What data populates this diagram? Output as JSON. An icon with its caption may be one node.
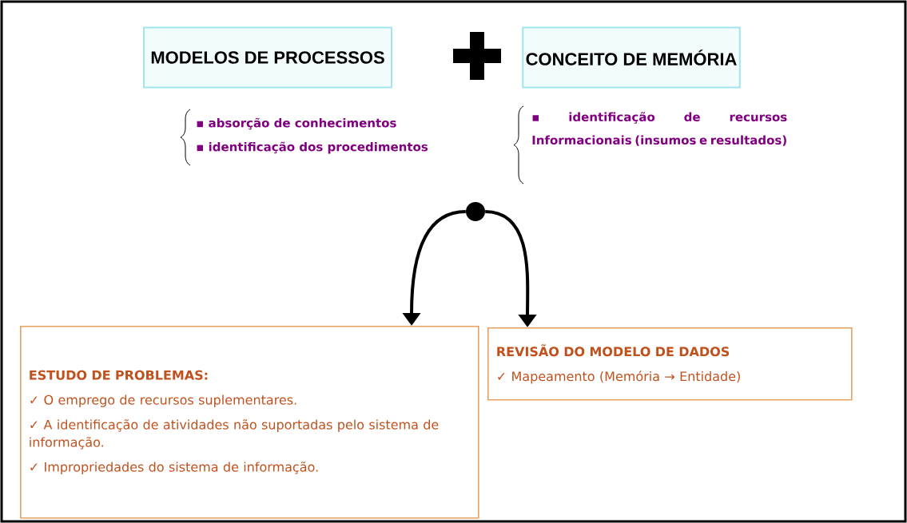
{
  "diagram": {
    "nodes": [
      {
        "text": [
          "MODELOS DE PROCESSOS"
        ],
        "beside": [
          "▪ absorção de conhecimentos",
          "▪ identificação dos procedimentos"
        ]
      },
      {
        "text": [
          "CONCEITO DE MEMÓRIA"
        ],
        "beside": [
          "▪ identificação de recursos Informacionais (insumos e resultados)"
        ]
      },
      {
        "text": [],
        "shape": "circle"
      },
      {
        "text": [
          "ESTUDO DE PROBLEMAS:",
          "✓ O emprego de recursos suplementares.",
          "✓ A identificação de atividades não suportadas pelo sistema de informação.",
          "✓ Impropriedades do sistema de informação."
        ]
      },
      {
        "text": [
          "REVISÃO DO MODELO DE DADOS",
          "✓ Mapeamento (Memória → Entidade)"
        ]
      }
    ],
    "edges": [
      {
        "from": 2,
        "to": 3,
        "arrow": "to"
      },
      {
        "from": 2,
        "to": 4,
        "arrow": "to"
      }
    ]
  }
}
